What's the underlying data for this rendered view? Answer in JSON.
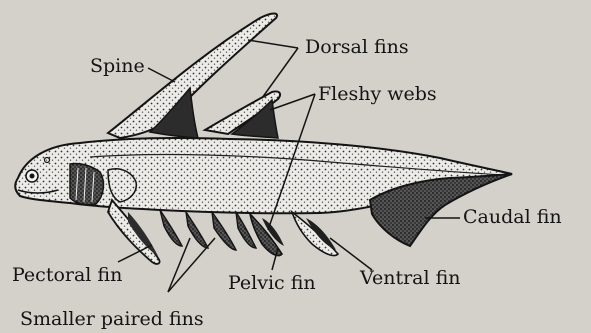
{
  "labels": {
    "spine": "Spine",
    "dorsal_fins": "Dorsal fins",
    "fleshy_webs": "Fleshy webs",
    "caudal_fin": "Caudal fin",
    "pectoral_fin": "Pectoral fin",
    "pelvic_fin": "Pelvic fin",
    "ventral_fin": "Ventral fin",
    "smaller_paired_fins": "Smaller paired fins"
  },
  "colors": {
    "paper": "#d4d0ca",
    "ink": "#141414",
    "body_fill": "#e8e6e2",
    "web_fill": "#3a3a3a"
  }
}
